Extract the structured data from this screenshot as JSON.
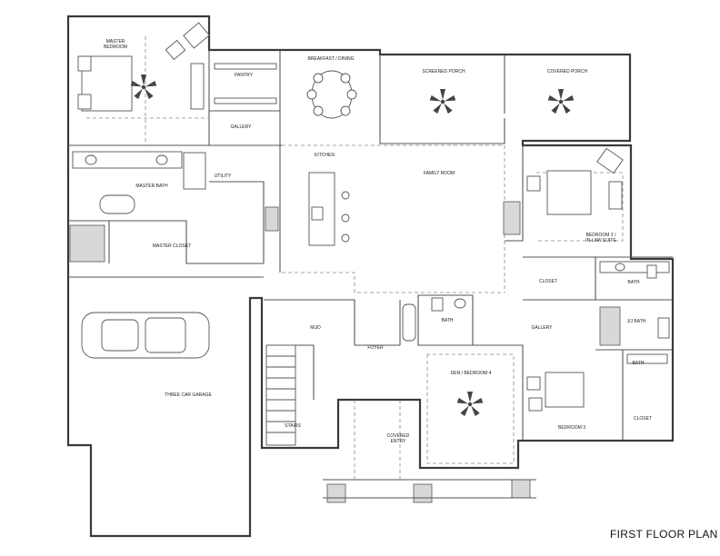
{
  "plan_title": "FIRST FLOOR PLAN",
  "rooms": {
    "master_bedroom_1": "MASTER",
    "master_bedroom_2": "BEDROOM",
    "pantry": "PANTRY",
    "gallery_top": "GALLERY",
    "breakfast_dining": "BREAKFAST / DINING",
    "screened_porch": "SCREENED PORCH",
    "covered_porch": "COVERED PORCH",
    "kitchen": "KITCHEN",
    "family_room": "FAMILY ROOM",
    "utility": "UTILITY",
    "master_bath": "MASTER BATH",
    "master_closet": "MASTER CLOSET",
    "bedroom2_1": "BEDROOM 2 /",
    "bedroom2_2": "IN-LAW SUITE",
    "closet_mid": "CLOSET",
    "bath_right_top": "BATH",
    "ju_bath": "J/J BATH",
    "bath_mid": "BATH",
    "gallery_mid": "GALLERY",
    "mud": "MUD",
    "foyer": "FOYER",
    "den_bedroom4": "DEN / BEDROOM 4",
    "bath_right_low": "BATH",
    "closet_right": "CLOSET",
    "three_car_garage": "THREE CAR GARAGE",
    "stairs": "STAIRS",
    "covered_entry_1": "COVERED",
    "covered_entry_2": "ENTRY",
    "bedroom3": "BEDROOM 3"
  }
}
